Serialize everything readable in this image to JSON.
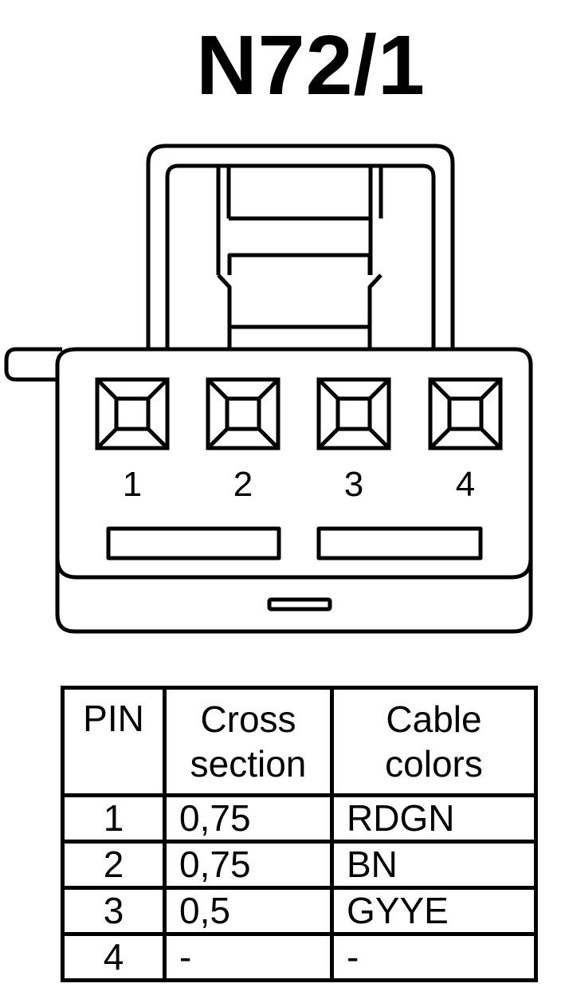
{
  "title": "N72/1",
  "connector": {
    "pin_labels": [
      "1",
      "2",
      "3",
      "4"
    ]
  },
  "table": {
    "headers": {
      "pin": "PIN",
      "cross_section": [
        "Cross",
        "section"
      ],
      "cable_colors": [
        "Cable",
        "colors"
      ]
    },
    "rows": [
      {
        "pin": "1",
        "cross_section": "0,75",
        "color": "RDGN"
      },
      {
        "pin": "2",
        "cross_section": "0,75",
        "color": "BN"
      },
      {
        "pin": "3",
        "cross_section": "0,5",
        "color": "GYYE"
      },
      {
        "pin": "4",
        "cross_section": "-",
        "color": "-"
      }
    ]
  }
}
